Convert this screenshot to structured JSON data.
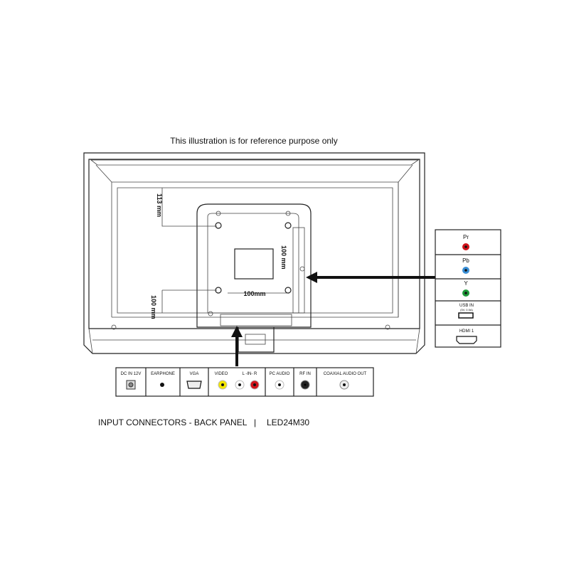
{
  "header": {
    "note": "This illustration is for reference purpose only"
  },
  "dimensions": {
    "top": "113 mm",
    "vesa_vertical": "100 mm",
    "vesa_horizontal": "100mm",
    "left_lower": "100 mm"
  },
  "side_panel": {
    "items": [
      {
        "label": "Pr",
        "color": "#d0141b"
      },
      {
        "label": "Pb",
        "color": "#3a8fd6"
      },
      {
        "label": "Y",
        "color": "#1f9a3a"
      },
      {
        "label": "USB IN",
        "sublabel": "(5V, 0.5A)"
      },
      {
        "label": "HDMI 1"
      }
    ]
  },
  "bottom_panel": {
    "items": [
      {
        "label": "DC IN 12V"
      },
      {
        "label": "EARPHONE"
      },
      {
        "label": "VGA"
      },
      {
        "label": "VIDEO",
        "color": "#f2e600"
      },
      {
        "label": "L -IN- R",
        "colors": [
          "#ffffff",
          "#d0141b"
        ]
      },
      {
        "label": "PC AUDIO"
      },
      {
        "label": "RF IN"
      },
      {
        "label": "COAXIAL AUDIO OUT"
      }
    ]
  },
  "footer": {
    "caption": "INPUT CONNECTORS - BACK PANEL",
    "separator": "|",
    "model": "LED24M30"
  }
}
